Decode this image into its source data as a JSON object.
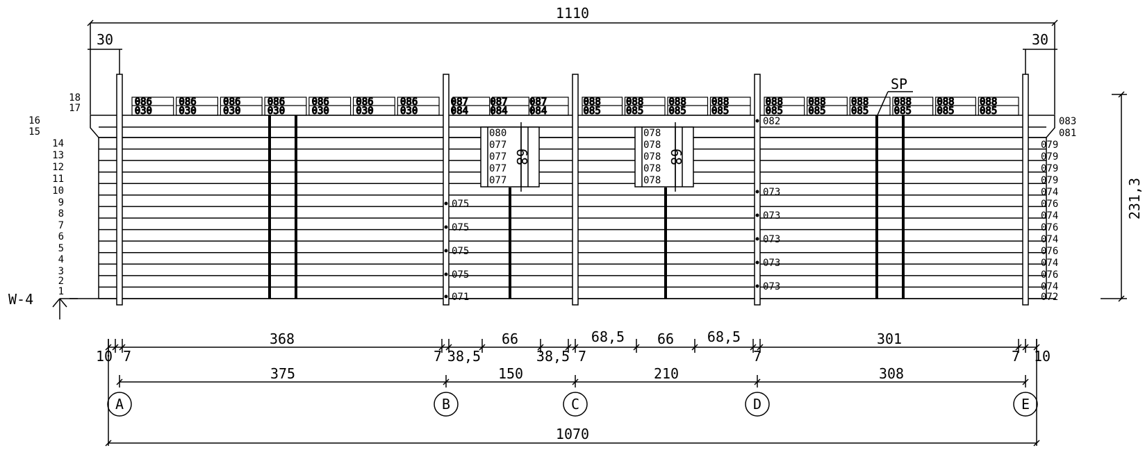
{
  "view_label": "W-4",
  "spare_label": "SP",
  "dimensions": {
    "overall_top": "1110",
    "overhang_left": "30",
    "overhang_right": "30",
    "height": "231,3",
    "overall_bottom": "1070",
    "inner_row": [
      "10",
      "7",
      "368",
      "7",
      "38,5",
      "66",
      "38,5",
      "7",
      "68,5",
      "66",
      "68,5",
      "7",
      "301",
      "7",
      "10"
    ],
    "axis_spans": [
      "375",
      "150",
      "210",
      "308"
    ]
  },
  "axes": [
    "A",
    "B",
    "C",
    "D",
    "E"
  ],
  "course_numbers": [
    "18",
    "17",
    "16",
    "15",
    "14",
    "13",
    "12",
    "11",
    "10",
    "9",
    "8",
    "7",
    "6",
    "5",
    "4",
    "3",
    "2",
    "1"
  ],
  "right_part_labels": [
    "083",
    "081",
    "079",
    "079",
    "079",
    "079",
    "074",
    "076",
    "074",
    "076",
    "074",
    "076",
    "074",
    "076",
    "074",
    "072"
  ],
  "top_board_labels": {
    "upper": [
      "086",
      "086",
      "086",
      "086",
      "086",
      "086",
      "086",
      "087",
      "087",
      "087",
      "088",
      "088",
      "088",
      "088",
      "088",
      "088",
      "088",
      "088",
      "088",
      "088"
    ],
    "lower": [
      "030",
      "030",
      "030",
      "030",
      "030",
      "030",
      "030",
      "084",
      "084",
      "084",
      "085",
      "085",
      "085",
      "085",
      "085",
      "085",
      "085",
      "085",
      "085",
      "085"
    ]
  },
  "post_b_labels": [
    "075",
    "075",
    "075",
    "075",
    "071"
  ],
  "post_d_labels": [
    "082",
    "073",
    "073",
    "073",
    "073",
    "073"
  ],
  "window_1": {
    "labels": [
      "080",
      "077",
      "077",
      "077",
      "077"
    ],
    "size": "68"
  },
  "window_2": {
    "labels": [
      "078",
      "078",
      "078",
      "078",
      "078"
    ],
    "size": "68"
  }
}
